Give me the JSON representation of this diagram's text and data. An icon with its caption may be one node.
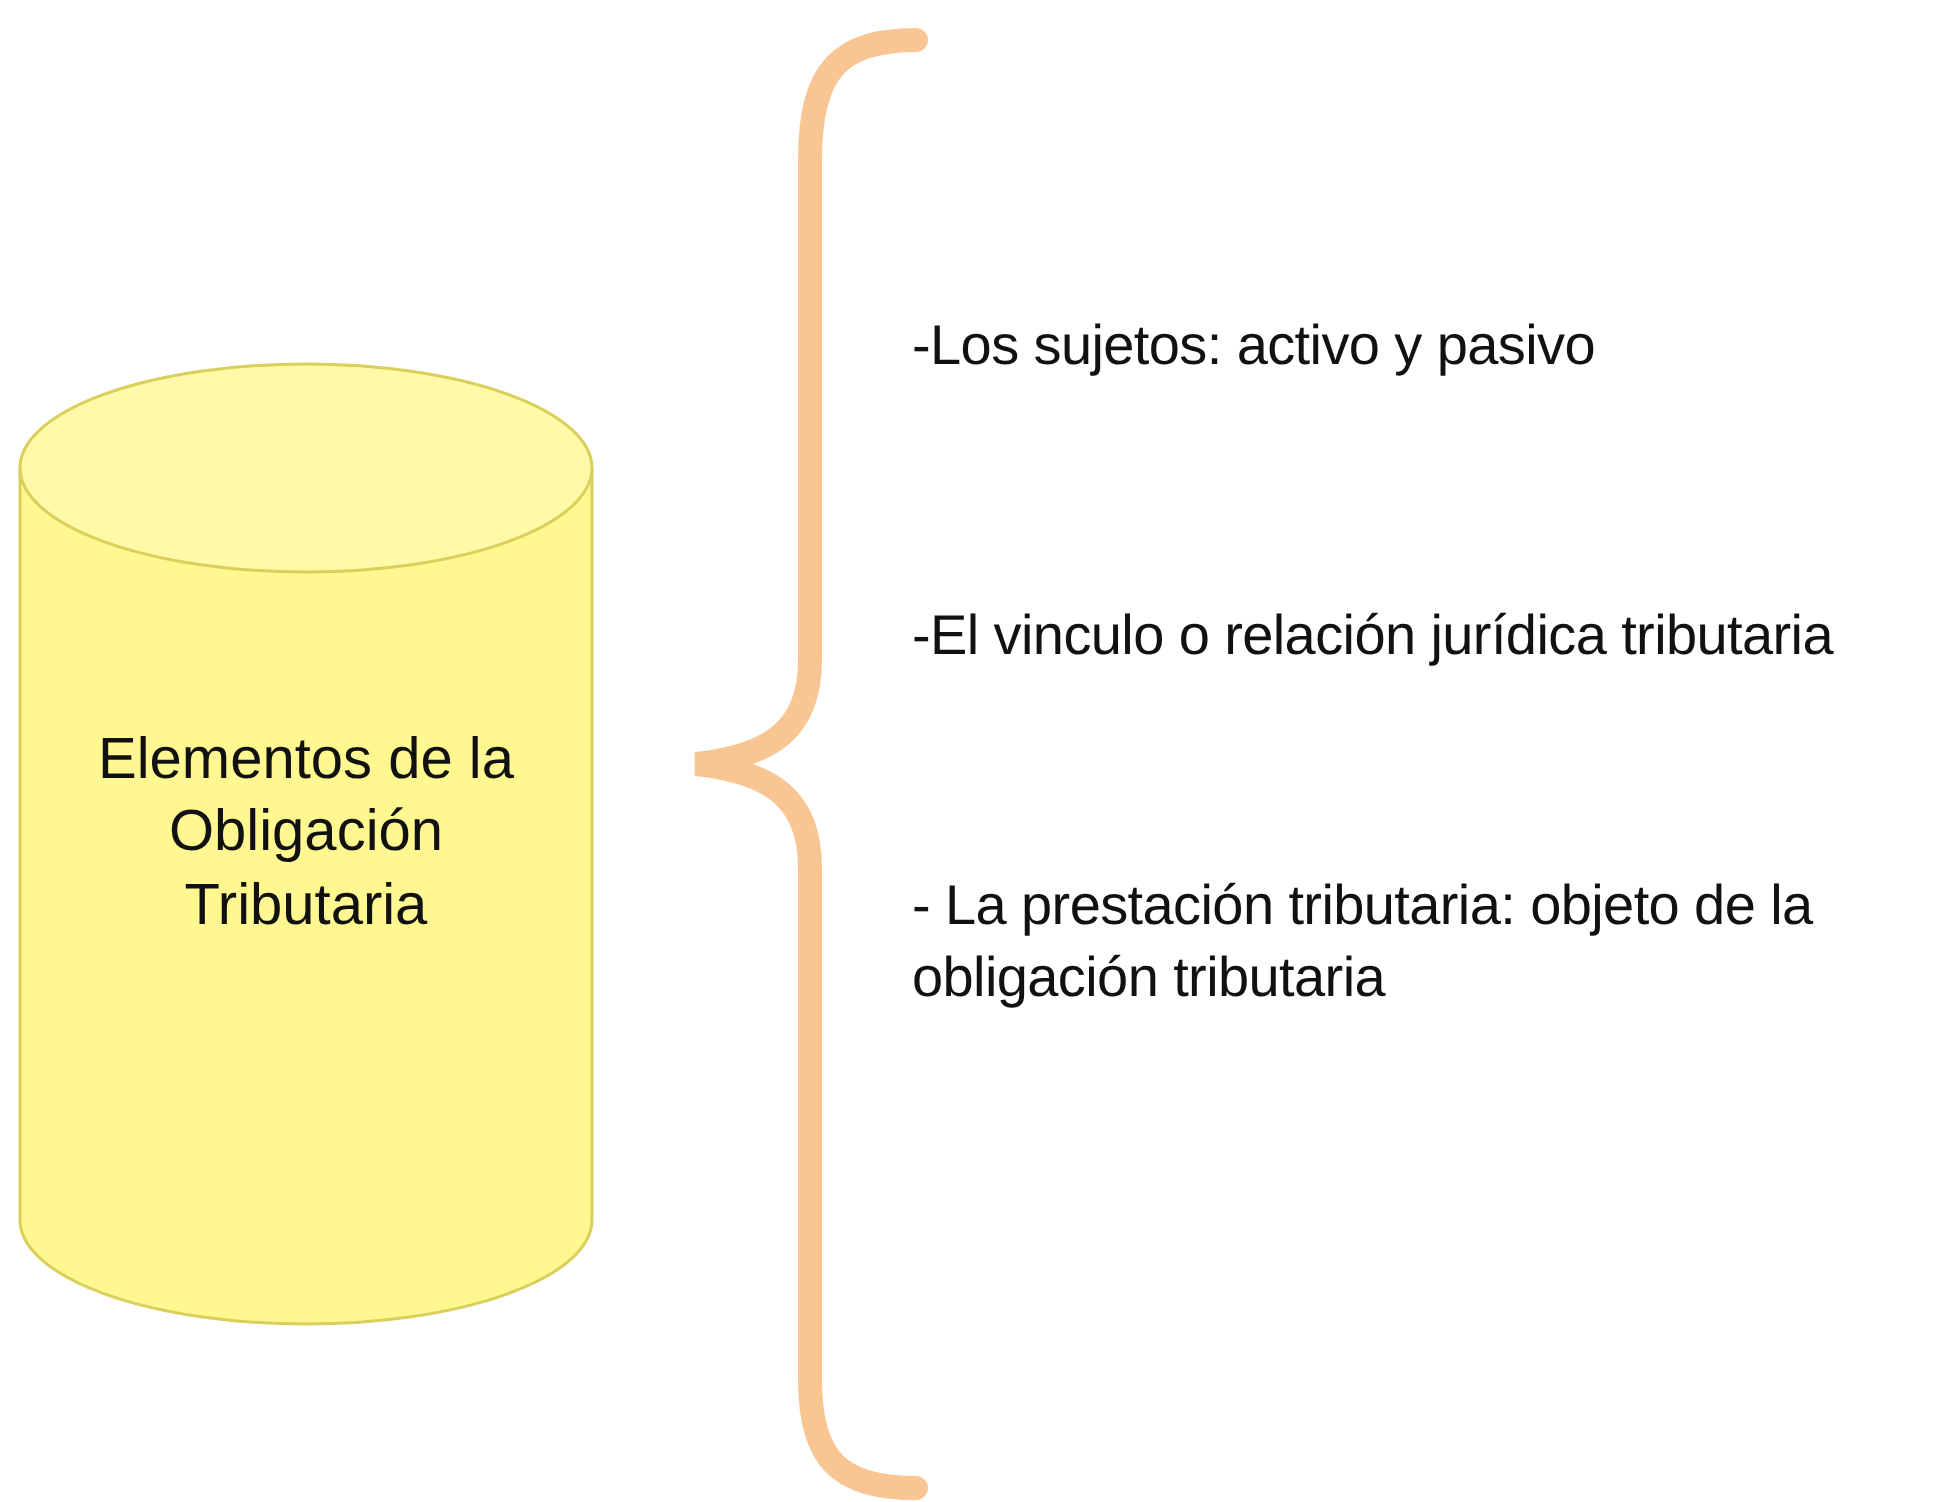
{
  "diagram": {
    "nodes": [
      {
        "text": [
          "Elementos de la Obligación Tributaria"
        ]
      }
    ],
    "labels": [
      "-Los sujetos: activo y pasivo",
      "-El vinculo o relación jurídica tributaria",
      "- La prestación tributaria: objeto de la obligación tributaria"
    ]
  }
}
